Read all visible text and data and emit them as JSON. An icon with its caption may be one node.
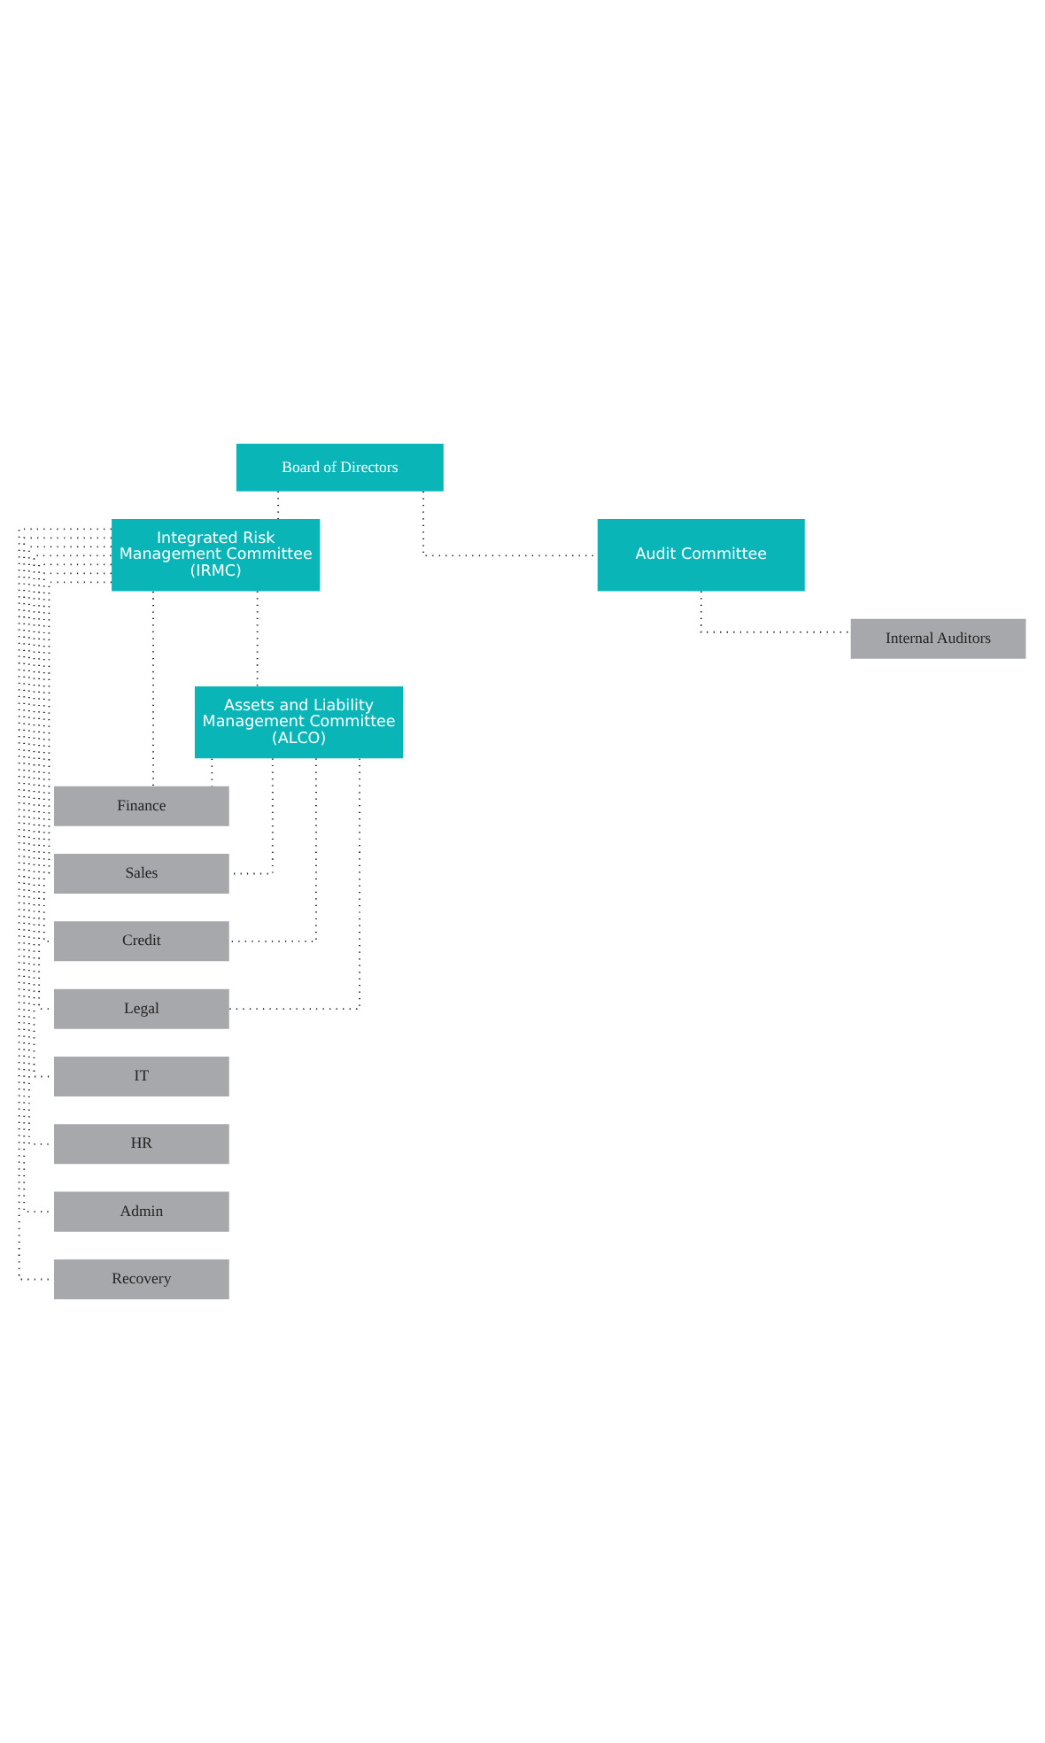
{
  "diagram": {
    "nodes": [
      {
        "text": [
          "Board of Directors"
        ]
      },
      {
        "text": [
          "Integrated Risk Management Committee (IRMC)"
        ]
      },
      {
        "text": [
          "Audit Committee"
        ]
      },
      {
        "text": [
          "Internal Auditors"
        ]
      },
      {
        "text": [
          "Assets and Liability Management Committee (ALCO)"
        ]
      },
      {
        "text": [
          "Finance"
        ]
      },
      {
        "text": [
          "Sales"
        ]
      },
      {
        "text": [
          "Credit"
        ]
      },
      {
        "text": [
          "Legal"
        ]
      },
      {
        "text": [
          "IT"
        ]
      },
      {
        "text": [
          "HR"
        ]
      },
      {
        "text": [
          "Admin"
        ]
      },
      {
        "text": [
          "Recovery"
        ]
      }
    ],
    "edges": [
      {
        "from": 0,
        "to": 1,
        "arrow": "none",
        "style": "dashed"
      },
      {
        "from": 0,
        "to": 2,
        "arrow": "none",
        "style": "dashed"
      },
      {
        "from": 2,
        "to": 3,
        "arrow": "none",
        "style": "dashed"
      },
      {
        "from": 1,
        "to": 4,
        "arrow": "none",
        "style": "dashed"
      },
      {
        "from": 1,
        "to": 5,
        "arrow": "none",
        "style": "dashed"
      },
      {
        "from": 1,
        "to": 6,
        "arrow": "none",
        "style": "dashed"
      },
      {
        "from": 1,
        "to": 7,
        "arrow": "none",
        "style": "dashed"
      },
      {
        "from": 1,
        "to": 8,
        "arrow": "none",
        "style": "dashed"
      },
      {
        "from": 1,
        "to": 9,
        "arrow": "none",
        "style": "dashed"
      },
      {
        "from": 1,
        "to": 10,
        "arrow": "none",
        "style": "dashed"
      },
      {
        "from": 1,
        "to": 11,
        "arrow": "none",
        "style": "dashed"
      },
      {
        "from": 1,
        "to": 12,
        "arrow": "none",
        "style": "dashed"
      },
      {
        "from": 4,
        "to": 5,
        "arrow": "none",
        "style": "dashed"
      },
      {
        "from": 4,
        "to": 6,
        "arrow": "none",
        "style": "dashed"
      },
      {
        "from": 4,
        "to": 7,
        "arrow": "none",
        "style": "dashed"
      },
      {
        "from": 4,
        "to": 8,
        "arrow": "none",
        "style": "dashed"
      }
    ]
  }
}
